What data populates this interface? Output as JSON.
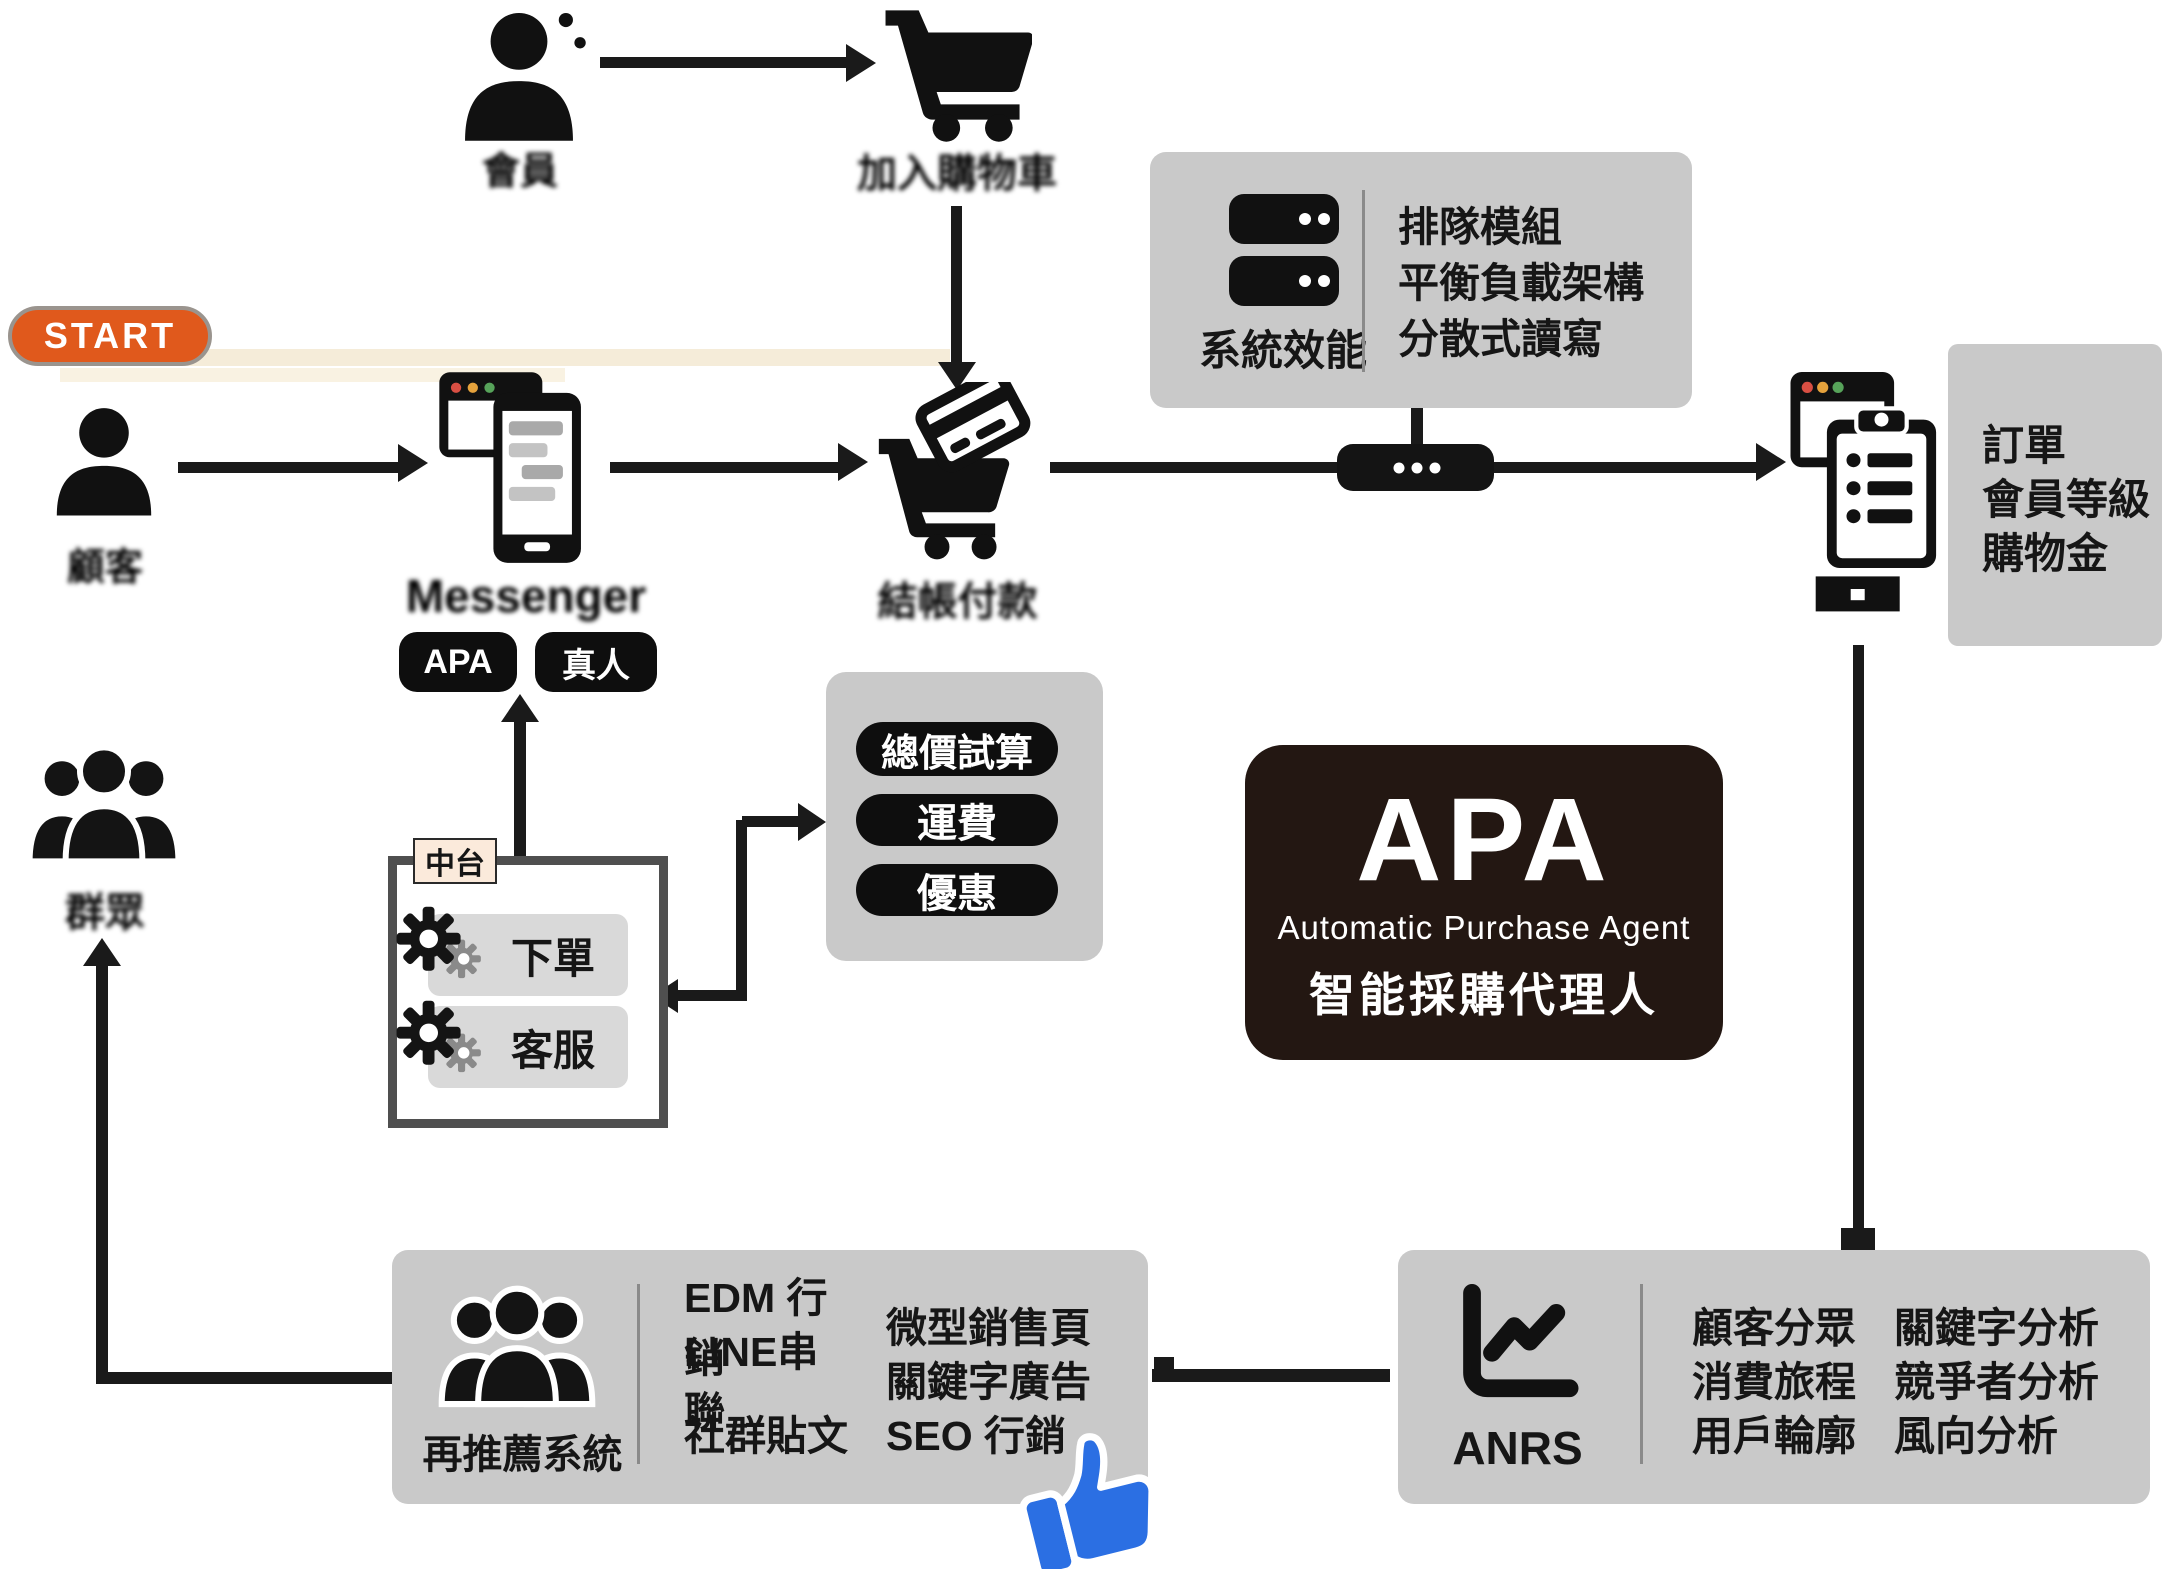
{
  "colors": {
    "accent_orange": "#e0591c",
    "panel_gray": "#c9c9c9",
    "dark_box": "#231712",
    "like_blue": "#2b6fe3",
    "highlight_cream": "#f5ecd9"
  },
  "start": {
    "label": "START"
  },
  "flow": {
    "browsing_user": {
      "label": "會員"
    },
    "add_to_cart": {
      "label": "加入購物車"
    },
    "customer": {
      "label": "顧客"
    },
    "messenger": {
      "label": "Messenger",
      "tag_apa": "APA",
      "tag_human": "真人"
    },
    "checkout": {
      "label": "結帳付款"
    },
    "audience": {
      "label": "群眾"
    }
  },
  "system_panel": {
    "title": "系統效能",
    "items": [
      "排隊模組",
      "平衡負載架構",
      "分散式讀寫"
    ]
  },
  "order_panel": {
    "items": [
      "訂單",
      "會員等級",
      "購物金"
    ]
  },
  "pricing_panel": {
    "pills": [
      "總價試算",
      "運費",
      "優惠"
    ]
  },
  "mid_platform": {
    "tag": "中台",
    "rows": [
      "下單",
      "客服"
    ]
  },
  "apa": {
    "title": "APA",
    "subtitle": "Automatic Purchase Agent",
    "subtitle_zh": "智能採購代理人"
  },
  "remarketing_panel": {
    "title": "再推薦系統",
    "col1": [
      "EDM 行銷",
      "LINE串聯",
      "社群貼文"
    ],
    "col2": [
      "微型銷售頁",
      "關鍵字廣告",
      "SEO 行銷"
    ]
  },
  "anrs_panel": {
    "title": "ANRS",
    "col1": [
      "顧客分眾",
      "消費旅程",
      "用戶輪廓"
    ],
    "col2": [
      "關鍵字分析",
      "競爭者分析",
      "風向分析"
    ]
  }
}
